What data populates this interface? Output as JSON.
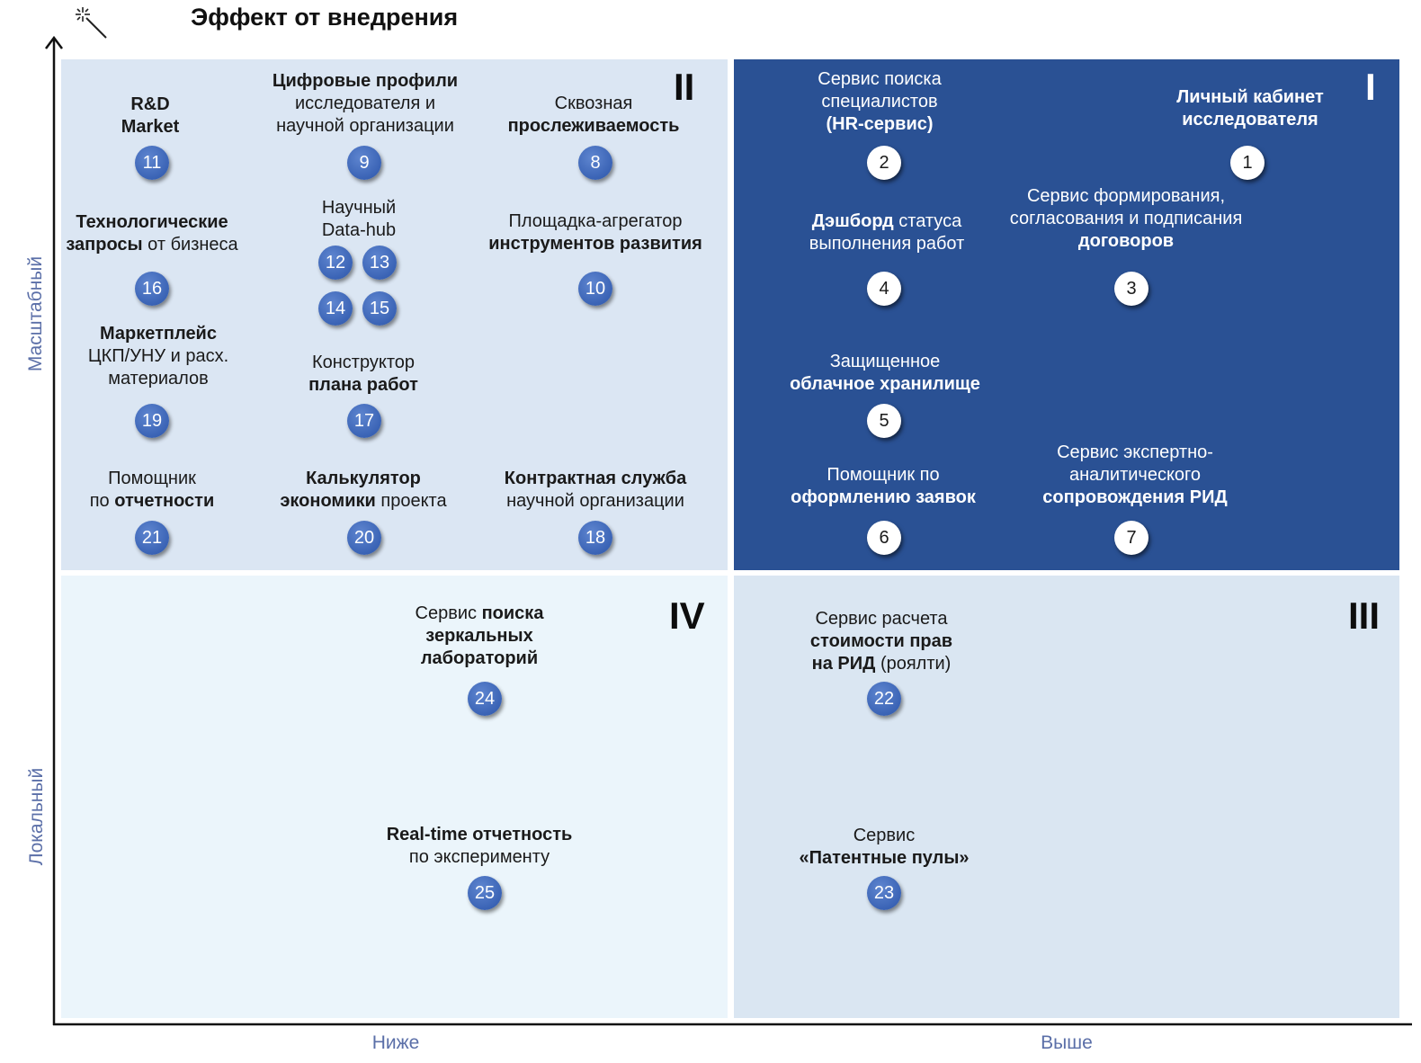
{
  "title": "Эффект от внедрения",
  "axes": {
    "y_top": "Масштабный",
    "y_bottom": "Локальный",
    "x_left": "Ниже",
    "x_right": "Выше"
  },
  "quadrants": {
    "q1": "I",
    "q2": "II",
    "q3": "III",
    "q4": "IV"
  },
  "items": [
    {
      "id": "1",
      "number": "1",
      "quadrant": "I",
      "parts": [
        {
          "t": "Личный кабинет",
          "b": true
        },
        {
          "t": "исследователя",
          "b": true
        }
      ]
    },
    {
      "id": "2",
      "number": "2",
      "quadrant": "I",
      "parts": [
        {
          "t": "Сервис поиска",
          "b": false
        },
        {
          "t": "специалистов",
          "b": false
        },
        {
          "t": "(HR-сервис)",
          "b": true
        }
      ]
    },
    {
      "id": "3",
      "number": "3",
      "quadrant": "I",
      "parts": [
        {
          "t": "Сервис формирования,",
          "b": false
        },
        {
          "t": "согласования и подписания",
          "b": false
        },
        {
          "t": "договоров",
          "b": true
        }
      ]
    },
    {
      "id": "4",
      "number": "4",
      "quadrant": "I",
      "parts": [
        {
          "t": "Дэшборд",
          "b": true,
          "rest": " статуса"
        },
        {
          "t": "выполнения работ",
          "b": false
        }
      ]
    },
    {
      "id": "5",
      "number": "5",
      "quadrant": "I",
      "parts": [
        {
          "t": "Защищенное",
          "b": false
        },
        {
          "t": "облачное хранилище",
          "b": true
        }
      ]
    },
    {
      "id": "6",
      "number": "6",
      "quadrant": "I",
      "parts": [
        {
          "t": "Помощник по",
          "b": false
        },
        {
          "t": "оформлению заявок",
          "b": true
        }
      ]
    },
    {
      "id": "7",
      "number": "7",
      "quadrant": "I",
      "parts": [
        {
          "t": "Сервис экспертно-",
          "b": false
        },
        {
          "t": "аналитического",
          "b": false
        },
        {
          "t": "сопровождения РИД",
          "b": true
        }
      ]
    },
    {
      "id": "8",
      "number": "8",
      "quadrant": "II",
      "parts": [
        {
          "t": "Сквозная",
          "b": false
        },
        {
          "t": "прослеживаемость",
          "b": true
        }
      ]
    },
    {
      "id": "9",
      "number": "9",
      "quadrant": "II",
      "parts": [
        {
          "t": "Цифровые профили",
          "b": true
        },
        {
          "t": "исследователя и",
          "b": false
        },
        {
          "t": "научной организации",
          "b": false
        }
      ]
    },
    {
      "id": "10",
      "number": "10",
      "quadrant": "II",
      "parts": [
        {
          "t": "Площадка-агрегатор",
          "b": false
        },
        {
          "t": "инструментов развития",
          "b": true
        }
      ]
    },
    {
      "id": "11",
      "number": "11",
      "quadrant": "II",
      "parts": [
        {
          "t": "R&D",
          "b": true
        },
        {
          "t": "Market",
          "b": true
        }
      ]
    },
    {
      "id": "12-15",
      "number": "12",
      "extra_numbers": [
        "13",
        "14",
        "15"
      ],
      "quadrant": "II",
      "parts": [
        {
          "t": "Научный",
          "b": false
        },
        {
          "t": "Data-hub",
          "b": false
        }
      ]
    },
    {
      "id": "16",
      "number": "16",
      "quadrant": "II",
      "parts": [
        {
          "t": "Технологические",
          "b": true
        },
        {
          "t": "запросы",
          "b": true,
          "rest": " от бизнеса"
        }
      ]
    },
    {
      "id": "17",
      "number": "17",
      "quadrant": "II",
      "parts": [
        {
          "t": "Конструктор",
          "b": false
        },
        {
          "t": "плана работ",
          "b": true
        }
      ]
    },
    {
      "id": "18",
      "number": "18",
      "quadrant": "II",
      "parts": [
        {
          "t": "Контрактная служба",
          "b": true
        },
        {
          "t": "научной организации",
          "b": false
        }
      ]
    },
    {
      "id": "19",
      "number": "19",
      "quadrant": "II",
      "parts": [
        {
          "t": "Маркетплейс",
          "b": true
        },
        {
          "t": "ЦКП/УНУ и расх.",
          "b": false
        },
        {
          "t": "материалов",
          "b": false
        }
      ]
    },
    {
      "id": "20",
      "number": "20",
      "quadrant": "II",
      "parts": [
        {
          "t": "Калькулятор",
          "b": true
        },
        {
          "t": "экономики",
          "b": true,
          "rest": " проекта"
        }
      ]
    },
    {
      "id": "21",
      "number": "21",
      "quadrant": "II",
      "parts": [
        {
          "t": "Помощник",
          "b": false
        },
        {
          "t": "по ",
          "b": false,
          "bold_rest": "отчетности"
        }
      ]
    },
    {
      "id": "22",
      "number": "22",
      "quadrant": "III",
      "parts": [
        {
          "t": "Сервис расчета",
          "b": false
        },
        {
          "t": "стоимости прав",
          "b": true
        },
        {
          "t": "на РИД",
          "b": true,
          "rest": " (роялти)"
        }
      ]
    },
    {
      "id": "23",
      "number": "23",
      "quadrant": "III",
      "parts": [
        {
          "t": "Сервис",
          "b": false
        },
        {
          "t": "«Патентные пулы»",
          "b": true
        }
      ]
    },
    {
      "id": "24",
      "number": "24",
      "quadrant": "IV",
      "parts": [
        {
          "t": "Сервис ",
          "b": false,
          "bold_rest": "поиска"
        },
        {
          "t": "зеркальных",
          "b": true
        },
        {
          "t": "лабораторий",
          "b": true
        }
      ]
    },
    {
      "id": "25",
      "number": "25",
      "quadrant": "IV",
      "parts": [
        {
          "t": "Real-time отчетность",
          "b": true
        },
        {
          "t": "по эксперименту",
          "b": false
        }
      ]
    }
  ]
}
